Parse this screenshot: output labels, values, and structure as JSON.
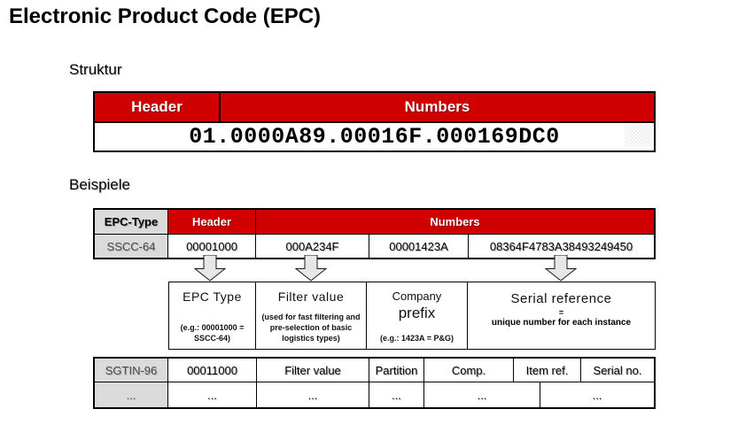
{
  "title": "Electronic Product Code (EPC)",
  "sections": {
    "struktur": "Struktur",
    "beispiele": "Beispiele"
  },
  "colors": {
    "accent_red": "#D00000",
    "cell_gray": "#DBDBDB"
  },
  "struktur": {
    "col_header": "Header",
    "col_numbers": "Numbers",
    "value": "01.0000A89.00016F.000169DC0"
  },
  "beispiele": {
    "col_epc_type": "EPC-Type",
    "col_header": "Header",
    "col_numbers": "Numbers",
    "sscc": {
      "type": "SSCC-64",
      "header": "00001000",
      "filter": "000A234F",
      "company": "00001423A",
      "serial": "08364F4783A38493249450"
    },
    "sgtin": {
      "type": "SGTIN-96",
      "header": "00011000",
      "filter": "Filter value",
      "partition": "Partition",
      "comp": "Comp.",
      "item_ref": "Item ref.",
      "serial_no": "Serial no."
    },
    "ellipsis": {
      "type": "...",
      "c1": "...",
      "c2": "...",
      "c3": "...",
      "c4": "...",
      "c5": "..."
    }
  },
  "explanations": {
    "epc_type": {
      "title": "EPC Type",
      "note": "(e.g.: 00001000 = SSCC-64)"
    },
    "filter": {
      "title": "Filter value",
      "note": "(used for fast filtering and pre-selection of basic logistics types)"
    },
    "company": {
      "title_line1": "Company",
      "title_line2": "prefix",
      "note": "(e.g.: 1423A = P&G)"
    },
    "serial": {
      "title": "Serial reference",
      "equals": "=",
      "note": "unique number for each instance"
    }
  }
}
